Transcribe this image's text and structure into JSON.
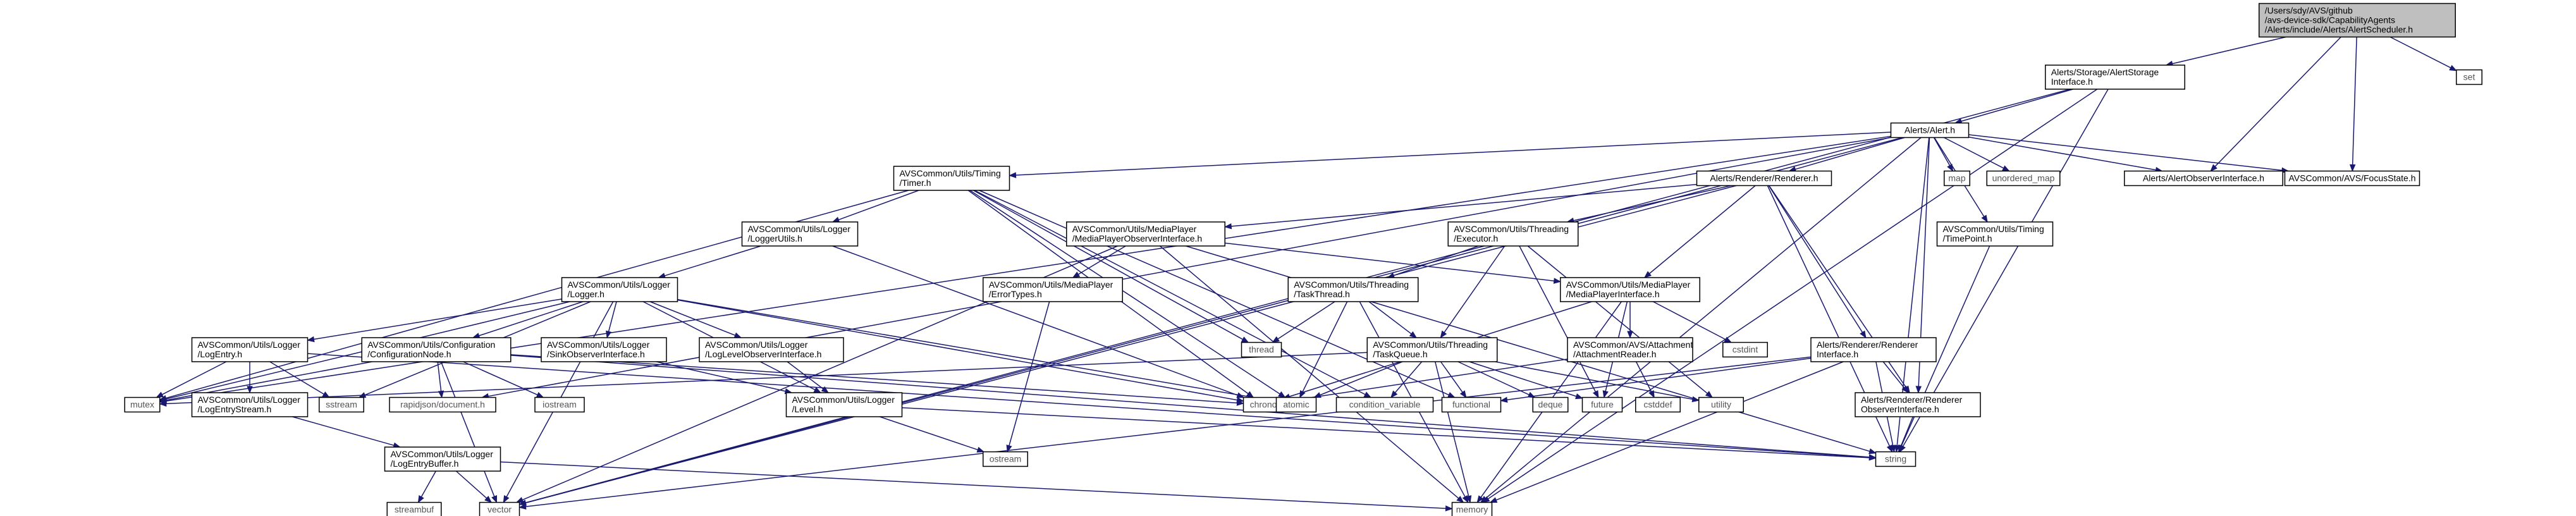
{
  "graph": {
    "nodes": [
      {
        "id": "root",
        "lines": [
          "/Users/sdy/AVS/github",
          "/avs-device-sdk/CapabilityAgents",
          "/Alerts/include/Alerts/AlertScheduler.h"
        ],
        "style": "root"
      },
      {
        "id": "storage",
        "lines": [
          "Alerts/Storage/AlertStorage",
          "Interface.h"
        ],
        "style": "file"
      },
      {
        "id": "set",
        "lines": [
          "set"
        ],
        "style": "ext"
      },
      {
        "id": "alert",
        "lines": [
          "Alerts/Alert.h"
        ],
        "style": "file"
      },
      {
        "id": "timer",
        "lines": [
          "AVSCommon/Utils/Timing",
          "/Timer.h"
        ],
        "style": "file"
      },
      {
        "id": "renderer",
        "lines": [
          "Alerts/Renderer/Renderer.h"
        ],
        "style": "file"
      },
      {
        "id": "map",
        "lines": [
          "map"
        ],
        "style": "ext"
      },
      {
        "id": "umap",
        "lines": [
          "unordered_map"
        ],
        "style": "ext"
      },
      {
        "id": "aoi",
        "lines": [
          "Alerts/AlertObserverInterface.h"
        ],
        "style": "file"
      },
      {
        "id": "focus",
        "lines": [
          "AVSCommon/AVS/FocusState.h"
        ],
        "style": "file"
      },
      {
        "id": "loggerutils",
        "lines": [
          "AVSCommon/Utils/Logger",
          "/LoggerUtils.h"
        ],
        "style": "file"
      },
      {
        "id": "mpoi",
        "lines": [
          "AVSCommon/Utils/MediaPlayer",
          "/MediaPlayerObserverInterface.h"
        ],
        "style": "file"
      },
      {
        "id": "executor",
        "lines": [
          "AVSCommon/Utils/Threading",
          "/Executor.h"
        ],
        "style": "file"
      },
      {
        "id": "timepoint",
        "lines": [
          "AVSCommon/Utils/Timing",
          "/TimePoint.h"
        ],
        "style": "file"
      },
      {
        "id": "logger",
        "lines": [
          "AVSCommon/Utils/Logger",
          "/Logger.h"
        ],
        "style": "file"
      },
      {
        "id": "errortypes",
        "lines": [
          "AVSCommon/Utils/MediaPlayer",
          "/ErrorTypes.h"
        ],
        "style": "file"
      },
      {
        "id": "taskthread",
        "lines": [
          "AVSCommon/Utils/Threading",
          "/TaskThread.h"
        ],
        "style": "file"
      },
      {
        "id": "mpi",
        "lines": [
          "AVSCommon/Utils/MediaPlayer",
          "/MediaPlayerInterface.h"
        ],
        "style": "file"
      },
      {
        "id": "logentry",
        "lines": [
          "AVSCommon/Utils/Logger",
          "/LogEntry.h"
        ],
        "style": "file"
      },
      {
        "id": "confignode",
        "lines": [
          "AVSCommon/Utils/Configuration",
          "/ConfigurationNode.h"
        ],
        "style": "file"
      },
      {
        "id": "sinkobs",
        "lines": [
          "AVSCommon/Utils/Logger",
          "/SinkObserverInterface.h"
        ],
        "style": "file"
      },
      {
        "id": "levelobs",
        "lines": [
          "AVSCommon/Utils/Logger",
          "/LogLevelObserverInterface.h"
        ],
        "style": "file"
      },
      {
        "id": "taskqueue",
        "lines": [
          "AVSCommon/Utils/Threading",
          "/TaskQueue.h"
        ],
        "style": "file"
      },
      {
        "id": "attreader",
        "lines": [
          "AVSCommon/AVS/Attachment",
          "/AttachmentReader.h"
        ],
        "style": "file"
      },
      {
        "id": "rendif",
        "lines": [
          "Alerts/Renderer/Renderer",
          "Interface.h"
        ],
        "style": "file"
      },
      {
        "id": "thread",
        "lines": [
          "thread"
        ],
        "style": "ext"
      },
      {
        "id": "cstdint",
        "lines": [
          "cstdint"
        ],
        "style": "ext"
      },
      {
        "id": "logentrystream",
        "lines": [
          "AVSCommon/Utils/Logger",
          "/LogEntryStream.h"
        ],
        "style": "file"
      },
      {
        "id": "mutex",
        "lines": [
          "mutex"
        ],
        "style": "ext"
      },
      {
        "id": "sstream",
        "lines": [
          "sstream"
        ],
        "style": "ext"
      },
      {
        "id": "rapidjson",
        "lines": [
          "rapidjson/document.h"
        ],
        "style": "ext"
      },
      {
        "id": "iostream",
        "lines": [
          "iostream"
        ],
        "style": "ext"
      },
      {
        "id": "level",
        "lines": [
          "AVSCommon/Utils/Logger",
          "/Level.h"
        ],
        "style": "file"
      },
      {
        "id": "chrono",
        "lines": [
          "chrono"
        ],
        "style": "ext"
      },
      {
        "id": "atomic",
        "lines": [
          "atomic"
        ],
        "style": "ext"
      },
      {
        "id": "condvar",
        "lines": [
          "condition_variable"
        ],
        "style": "ext"
      },
      {
        "id": "functional",
        "lines": [
          "functional"
        ],
        "style": "ext"
      },
      {
        "id": "deque",
        "lines": [
          "deque"
        ],
        "style": "ext"
      },
      {
        "id": "future",
        "lines": [
          "future"
        ],
        "style": "ext"
      },
      {
        "id": "cstddef",
        "lines": [
          "cstddef"
        ],
        "style": "ext"
      },
      {
        "id": "utility",
        "lines": [
          "utility"
        ],
        "style": "ext"
      },
      {
        "id": "rendobs",
        "lines": [
          "Alerts/Renderer/Renderer",
          "ObserverInterface.h"
        ],
        "style": "file"
      },
      {
        "id": "logentrybuffer",
        "lines": [
          "AVSCommon/Utils/Logger",
          "/LogEntryBuffer.h"
        ],
        "style": "file"
      },
      {
        "id": "ostream",
        "lines": [
          "ostream"
        ],
        "style": "ext"
      },
      {
        "id": "string",
        "lines": [
          "string"
        ],
        "style": "ext"
      },
      {
        "id": "streambuf",
        "lines": [
          "streambuf"
        ],
        "style": "ext"
      },
      {
        "id": "vector",
        "lines": [
          "vector"
        ],
        "style": "ext"
      },
      {
        "id": "memory",
        "lines": [
          "memory"
        ],
        "style": "ext"
      }
    ],
    "edges": [
      [
        "root",
        "storage"
      ],
      [
        "root",
        "set"
      ],
      [
        "root",
        "aoi"
      ],
      [
        "root",
        "focus"
      ],
      [
        "storage",
        "alert"
      ],
      [
        "storage",
        "string"
      ],
      [
        "storage",
        "vector"
      ],
      [
        "storage",
        "memory"
      ],
      [
        "alert",
        "timer"
      ],
      [
        "alert",
        "renderer"
      ],
      [
        "alert",
        "map"
      ],
      [
        "alert",
        "umap"
      ],
      [
        "alert",
        "aoi"
      ],
      [
        "alert",
        "focus"
      ],
      [
        "alert",
        "timepoint"
      ],
      [
        "alert",
        "rendobs"
      ],
      [
        "alert",
        "string"
      ],
      [
        "alert",
        "mutex"
      ],
      [
        "alert",
        "vector"
      ],
      [
        "alert",
        "memory"
      ],
      [
        "alert",
        "rapidjson"
      ],
      [
        "timer",
        "loggerutils"
      ],
      [
        "timer",
        "chrono"
      ],
      [
        "timer",
        "thread"
      ],
      [
        "timer",
        "atomic"
      ],
      [
        "timer",
        "condvar"
      ],
      [
        "timer",
        "functional"
      ],
      [
        "timer",
        "mutex"
      ],
      [
        "renderer",
        "executor"
      ],
      [
        "renderer",
        "mpoi"
      ],
      [
        "renderer",
        "mpi"
      ],
      [
        "renderer",
        "rendif"
      ],
      [
        "renderer",
        "rendobs"
      ],
      [
        "renderer",
        "string"
      ],
      [
        "renderer",
        "vector"
      ],
      [
        "loggerutils",
        "logger"
      ],
      [
        "loggerutils",
        "chrono"
      ],
      [
        "mpoi",
        "errortypes"
      ],
      [
        "mpoi",
        "mpi"
      ],
      [
        "mpoi",
        "memory"
      ],
      [
        "mpoi",
        "string"
      ],
      [
        "mpoi",
        "vector"
      ],
      [
        "executor",
        "taskthread"
      ],
      [
        "executor",
        "taskqueue"
      ],
      [
        "executor",
        "future"
      ],
      [
        "executor",
        "utility"
      ],
      [
        "timepoint",
        "string"
      ],
      [
        "logger",
        "logentry"
      ],
      [
        "logger",
        "confignode"
      ],
      [
        "logger",
        "sinkobs"
      ],
      [
        "logger",
        "levelobs"
      ],
      [
        "logger",
        "level"
      ],
      [
        "logger",
        "atomic"
      ],
      [
        "logger",
        "chrono"
      ],
      [
        "logger",
        "mutex"
      ],
      [
        "logger",
        "sstream"
      ],
      [
        "logger",
        "vector"
      ],
      [
        "errortypes",
        "ostream"
      ],
      [
        "taskthread",
        "taskqueue"
      ],
      [
        "taskthread",
        "atomic"
      ],
      [
        "taskthread",
        "thread"
      ],
      [
        "taskthread",
        "memory"
      ],
      [
        "mpi",
        "attreader"
      ],
      [
        "mpi",
        "cstdint"
      ],
      [
        "mpi",
        "future"
      ],
      [
        "mpi",
        "memory"
      ],
      [
        "mpi",
        "chrono"
      ],
      [
        "logentry",
        "logentrystream"
      ],
      [
        "logentry",
        "mutex"
      ],
      [
        "logentry",
        "sstream"
      ],
      [
        "logentry",
        "string"
      ],
      [
        "confignode",
        "chrono"
      ],
      [
        "confignode",
        "iostream"
      ],
      [
        "confignode",
        "mutex"
      ],
      [
        "confignode",
        "rapidjson"
      ],
      [
        "confignode",
        "string"
      ],
      [
        "confignode",
        "vector"
      ],
      [
        "sinkobs",
        "level"
      ],
      [
        "levelobs",
        "level"
      ],
      [
        "taskqueue",
        "atomic"
      ],
      [
        "taskqueue",
        "condvar"
      ],
      [
        "taskqueue",
        "functional"
      ],
      [
        "taskqueue",
        "deque"
      ],
      [
        "taskqueue",
        "future"
      ],
      [
        "taskqueue",
        "memory"
      ],
      [
        "taskqueue",
        "mutex"
      ],
      [
        "taskqueue",
        "utility"
      ],
      [
        "attreader",
        "chrono"
      ],
      [
        "attreader",
        "cstddef"
      ],
      [
        "rendif",
        "rendobs"
      ],
      [
        "rendif",
        "functional"
      ],
      [
        "rendif",
        "string"
      ],
      [
        "rendif",
        "vector"
      ],
      [
        "rendif",
        "memory"
      ],
      [
        "logentrystream",
        "logentrybuffer"
      ],
      [
        "level",
        "ostream"
      ],
      [
        "level",
        "string"
      ],
      [
        "rendobs",
        "string"
      ],
      [
        "logentrybuffer",
        "streambuf"
      ],
      [
        "logentrybuffer",
        "vector"
      ],
      [
        "logentrybuffer",
        "memory"
      ]
    ]
  }
}
